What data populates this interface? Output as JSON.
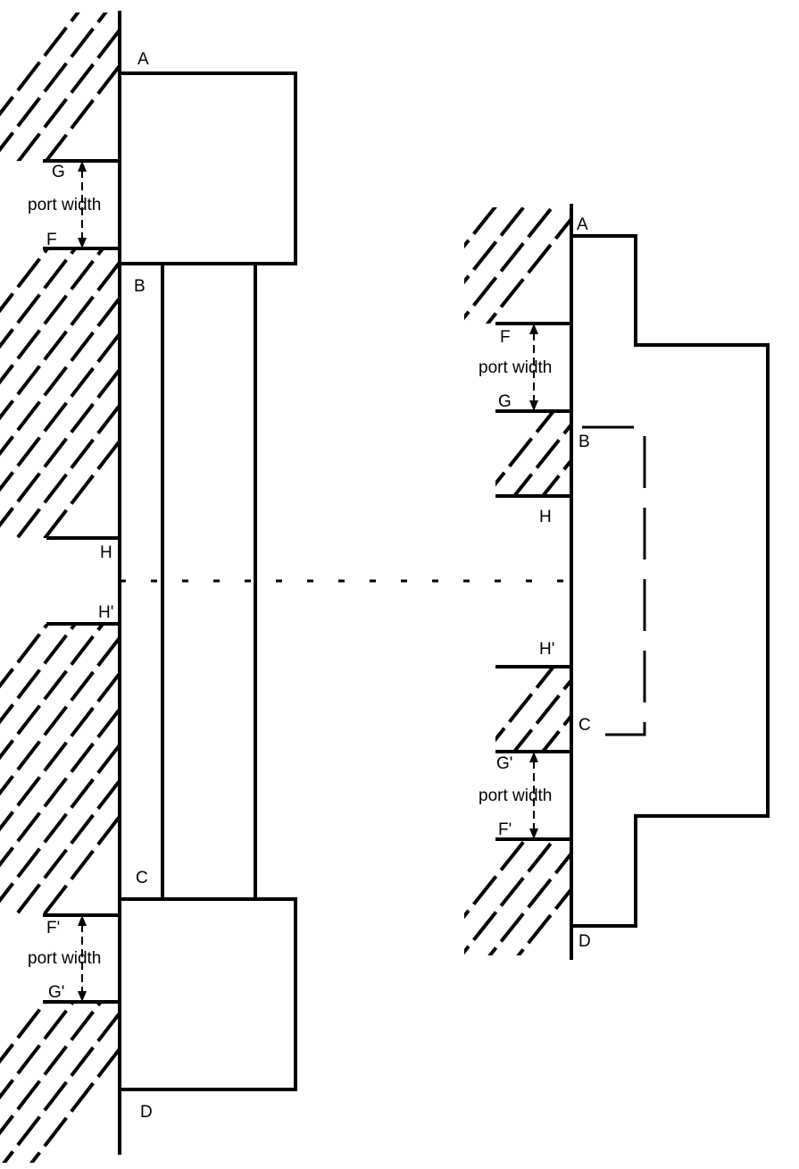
{
  "left_valve": {
    "labels": {
      "A": "A",
      "B": "B",
      "C": "C",
      "D": "D",
      "F": "F",
      "G": "G",
      "H": "H",
      "F_prime": "F'",
      "G_prime": "G'",
      "H_prime": "H'"
    },
    "port_width_top": "port width",
    "port_width_bottom": "port width"
  },
  "right_valve": {
    "labels": {
      "A": "A",
      "B": "B",
      "C": "C",
      "D": "D",
      "F": "F",
      "G": "G",
      "H": "H",
      "F_prime": "F'",
      "G_prime": "G'",
      "H_prime": "H'"
    },
    "port_width_top": "port width",
    "port_width_bottom": "port width"
  }
}
